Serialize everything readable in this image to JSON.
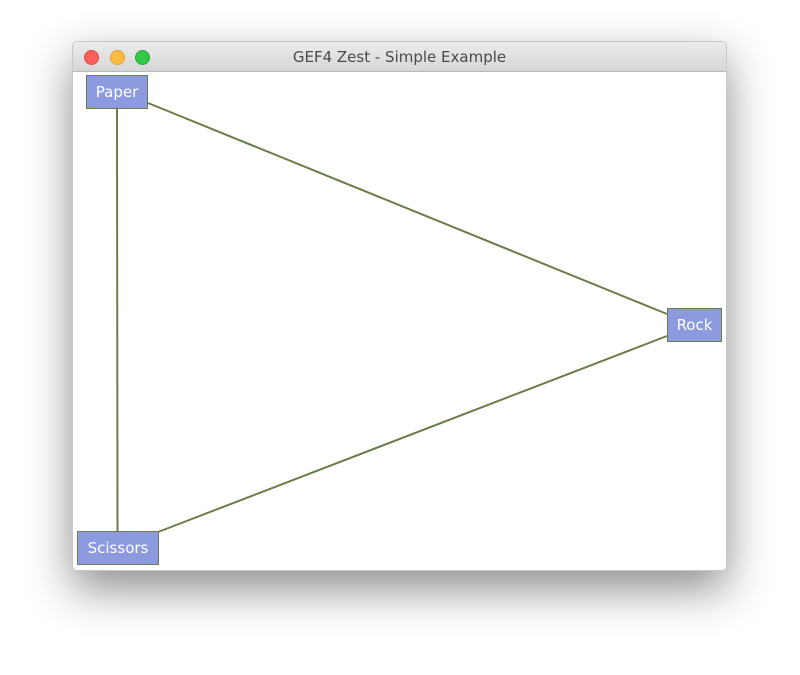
{
  "window": {
    "title": "GEF4 Zest - Simple Example"
  },
  "graph": {
    "node_color": "#8c9ae0",
    "edge_color": "#6b7d4b",
    "nodes": [
      {
        "id": "paper",
        "label": "Paper"
      },
      {
        "id": "rock",
        "label": "Rock"
      },
      {
        "id": "scissors",
        "label": "Scissors"
      }
    ],
    "edges": [
      {
        "from": "Paper",
        "to": "Rock"
      },
      {
        "from": "Rock",
        "to": "Scissors"
      },
      {
        "from": "Paper",
        "to": "Scissors"
      }
    ]
  }
}
